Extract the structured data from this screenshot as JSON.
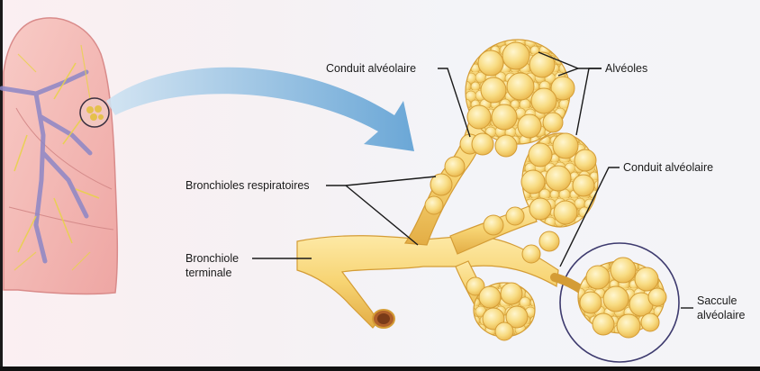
{
  "labels": {
    "conduit_top": "Conduit alvéolaire",
    "alveoles": "Alvéoles",
    "conduit_right": "Conduit alvéolaire",
    "bronchioles_respiratoires": "Bronchioles respiratoires",
    "bronchiole_terminale_line1": "Bronchiole",
    "bronchiole_terminale_line2": "terminale",
    "saccule_line1": "Saccule",
    "saccule_line2": "alvéolaire"
  },
  "colors": {
    "alveoli_fill": "#f7d77a",
    "alveoli_stroke": "#d9a93a",
    "lung_fill": "#f2b7b3",
    "arrow_blue": "#7eb4dc",
    "circle_stroke": "#3d3a6e"
  }
}
